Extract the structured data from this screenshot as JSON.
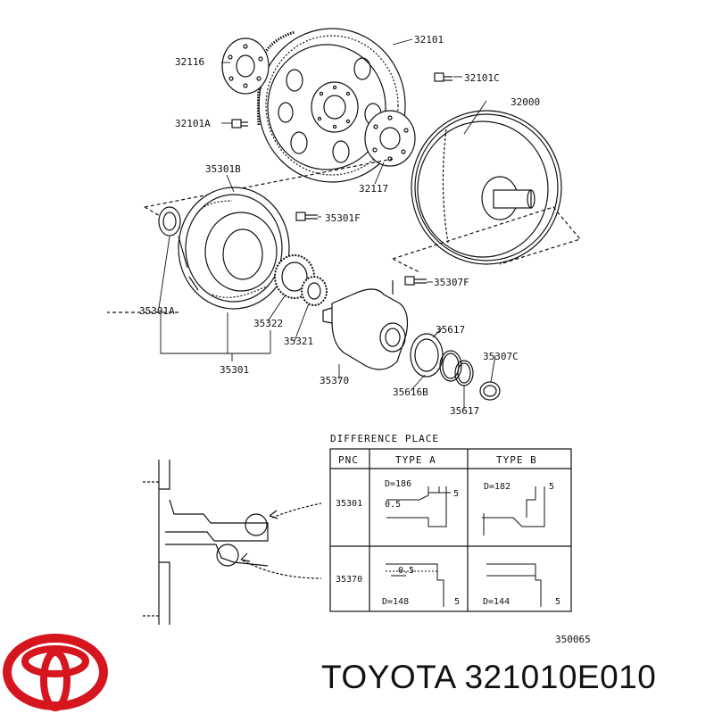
{
  "parts": {
    "p32101": "32101",
    "p32116": "32116",
    "p32101C": "32101C",
    "p32000": "32000",
    "p32101A": "32101A",
    "p32117": "32117",
    "p35301B": "35301B",
    "p35301F": "35301F",
    "p35307F": "35307F",
    "p35301A": "35301A",
    "p35322": "35322",
    "p35321": "35321",
    "p35617a": "35617",
    "p35307C": "35307C",
    "p35301": "35301",
    "p35370": "35370",
    "p35616B": "35616B",
    "p35617b": "35617"
  },
  "difference_table": {
    "title": "DIFFERENCE PLACE",
    "headers": [
      "PNC",
      "TYPE A",
      "TYPE B"
    ],
    "rows": [
      {
        "pnc": "35301",
        "a_dim": "D=186",
        "a_five": "5",
        "a_half": "0.5",
        "b_dim": "D=182",
        "b_five": "5"
      },
      {
        "pnc": "35370",
        "a_dim": "D=148",
        "a_five": "5",
        "a_half": "0.5",
        "b_dim": "D=144",
        "b_five": "5"
      }
    ]
  },
  "diagram_code": "350065",
  "brand": {
    "title": "TOYOTA 321010E010",
    "logo_color": "#d5161f"
  }
}
